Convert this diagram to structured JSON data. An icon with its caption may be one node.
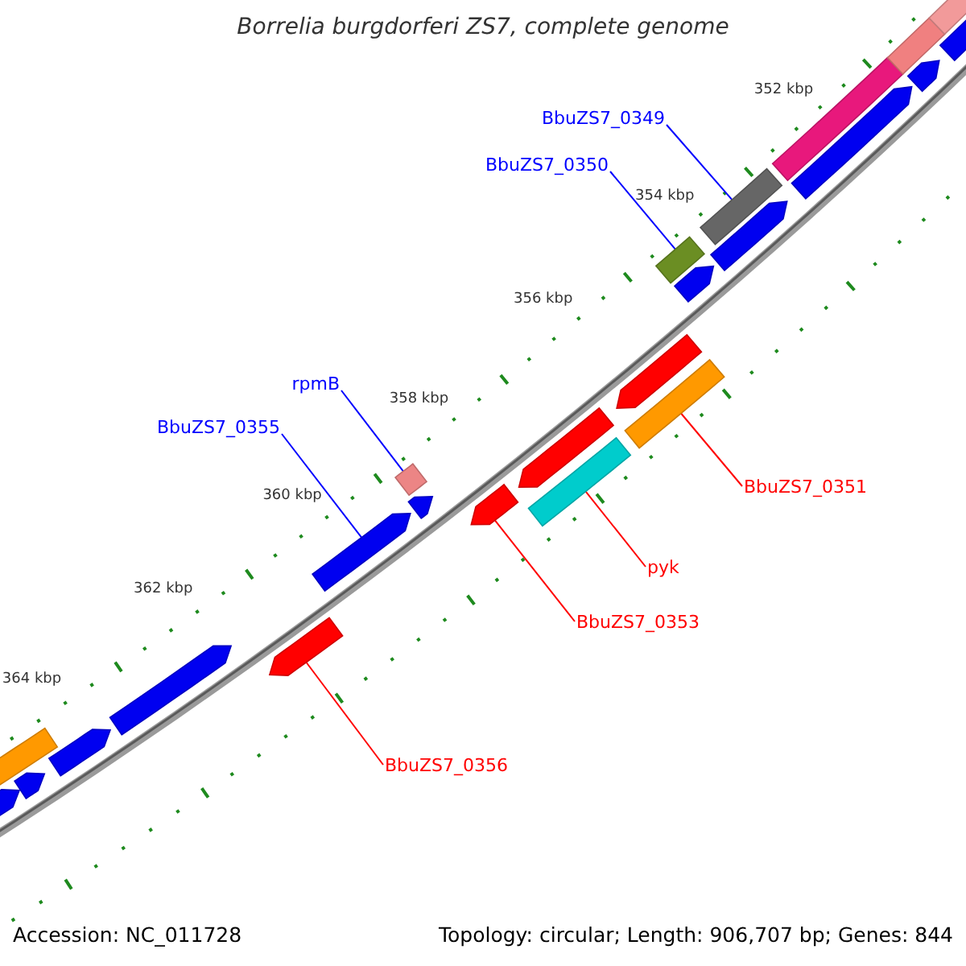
{
  "diagram": {
    "title": "Borrelia burgdorferi ZS7, complete genome",
    "nodes": [
      {
        "text": [
          "BbuZS7_0349"
        ]
      },
      {
        "text": [
          "BbuZS7_0350"
        ]
      },
      {
        "text": [
          "rpmB"
        ]
      },
      {
        "text": [
          "BbuZS7_0355"
        ]
      },
      {
        "text": [
          "BbuZS7_0351"
        ]
      },
      {
        "text": [
          "pyk"
        ]
      },
      {
        "text": [
          "BbuZS7_0353"
        ]
      },
      {
        "text": [
          "BbuZS7_0356"
        ]
      },
      {
        "text": [],
        "shape": "bar"
      },
      {
        "text": [],
        "shape": "bar"
      },
      {
        "text": [],
        "shape": "bar"
      },
      {
        "text": [],
        "shape": "bar"
      },
      {
        "text": [],
        "shape": "bar"
      },
      {
        "text": [],
        "shape": "bar"
      },
      {
        "text": [],
        "shape": "bar"
      },
      {
        "text": [],
        "shape": "bar"
      },
      {
        "text": [],
        "shape": "bar"
      },
      {
        "text": [],
        "shape": "bar"
      },
      {
        "text": [],
        "shape": "bar"
      },
      {
        "text": [],
        "shape": "bar"
      },
      {
        "text": [],
        "shape": "bar"
      },
      {
        "text": [],
        "shape": "bar"
      },
      {
        "text": [],
        "shape": "bar"
      },
      {
        "text": [],
        "shape": "bar"
      },
      {
        "text": [],
        "shape": "bar"
      },
      {
        "text": [],
        "shape": "bar"
      },
      {
        "text": [],
        "shape": "bar"
      },
      {
        "text": [],
        "shape": "bar"
      },
      {
        "text": [],
        "shape": "bar"
      },
      {
        "text": [],
        "shape": "bar"
      },
      {
        "text": [],
        "shape": "bar"
      },
      {
        "text": [],
        "shape": "bar"
      }
    ],
    "edges": [
      {
        "from": 0,
        "to": 24,
        "arrow": "none"
      },
      {
        "from": 1,
        "to": 22,
        "arrow": "none"
      },
      {
        "from": 2,
        "to": 15,
        "arrow": "none"
      },
      {
        "from": 3,
        "to": 14,
        "arrow": "none"
      },
      {
        "from": 4,
        "to": 21,
        "arrow": "none",
        "color": "#ff0000"
      },
      {
        "from": 5,
        "to": 19,
        "arrow": "none",
        "color": "#ff0000"
      },
      {
        "from": 6,
        "to": 17,
        "arrow": "none",
        "color": "#ff0000"
      },
      {
        "from": 7,
        "to": 13,
        "arrow": "none",
        "color": "#ff0000"
      }
    ],
    "labels": [
      "352 kbp",
      "354 kbp",
      "356 kbp",
      "358 kbp",
      "360 kbp",
      "362 kbp",
      "364 kbp",
      "Accession: NC_011728",
      "Topology: circular; Length: 906,707 bp; Genes: 844"
    ]
  }
}
